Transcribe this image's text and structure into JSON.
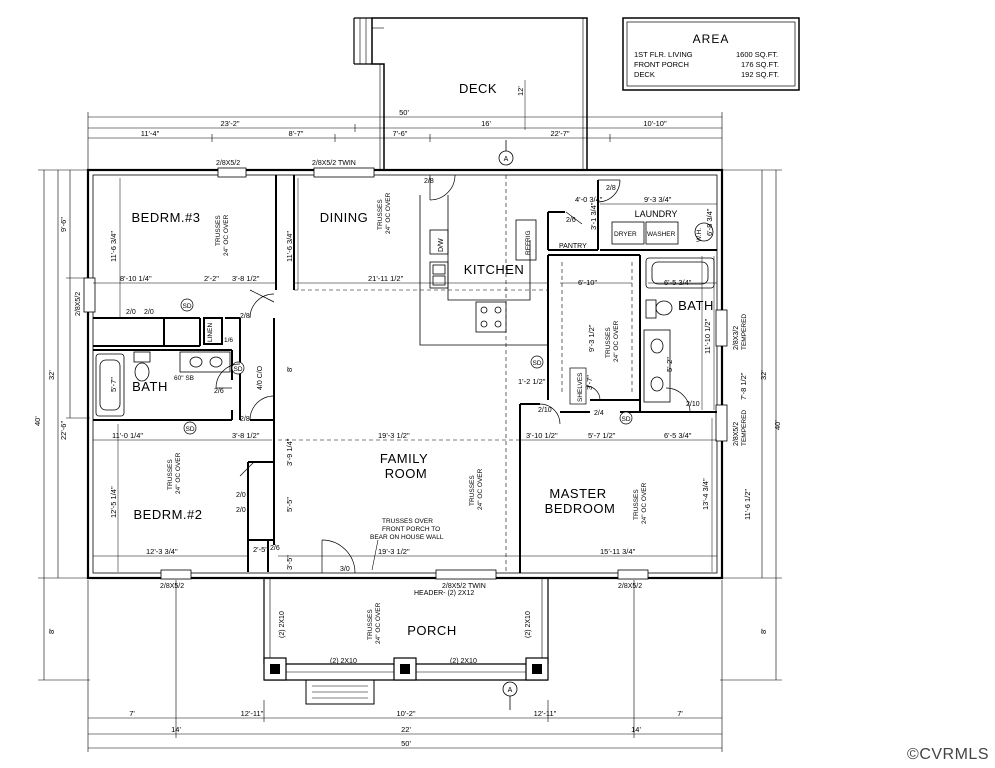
{
  "area_table": {
    "title": "AREA",
    "rows": [
      {
        "label": "1ST FLR. LIVING",
        "value": "1600 SQ.FT."
      },
      {
        "label": "FRONT PORCH",
        "value": "176 SQ.FT."
      },
      {
        "label": "DECK",
        "value": "192 SQ.FT."
      }
    ]
  },
  "rooms": {
    "deck": "DECK",
    "bedroom3": "BEDRM.#3",
    "dining": "DINING",
    "kitchen": "KITCHEN",
    "laundry": "LAUNDRY",
    "bath_right": "BATH",
    "bath_left": "BATH",
    "family_room_1": "FAMILY",
    "family_room_2": "ROOM",
    "master_1": "MASTER",
    "master_2": "BEDROOM",
    "bedroom2": "BEDRM.#2",
    "porch": "PORCH"
  },
  "fixtures": {
    "refrig": "REFRIG",
    "pantry": "PANTRY",
    "dryer": "DRYER",
    "washer": "WASHER",
    "dw": "D/W",
    "linen": "LINEN",
    "shelves": "SHELVES",
    "sd": "SD",
    "wh": "W.H.",
    "sb": "60\" SB"
  },
  "notes": {
    "trusses_1": "TRUSSES",
    "trusses_2": "24\" OC OVER",
    "porch_note_1": "TRUSSES OVER",
    "porch_note_2": "FRONT PORCH TO",
    "porch_note_3": "BEAR ON HOUSE WALL",
    "header": "HEADER- (2) 2X12",
    "tempered": "TEMPERED",
    "section": "A",
    "watermark": "©CVRMLS"
  },
  "windows": {
    "w1": "2/8X5/2",
    "w2": "2/8X5/2 TWIN",
    "w3": "2/8X5/2",
    "w4": "2/8X5/2",
    "w5": "2/8X5/2 TWIN",
    "w6": "2/8X5/2",
    "w7": "2/8X3/2",
    "w8": "2/8X5/2"
  },
  "doors": {
    "d_deck": "2/8",
    "d_laundry": "2/8",
    "d_pantry": "2/6",
    "d_b3a": "2/0",
    "d_b3b": "2/0",
    "d_b3c": "2/8",
    "d_linen": "1/6",
    "d_hall": "4/0 C/O",
    "d_bath": "2/6",
    "d_b2": "2/8",
    "d_b2a": "2/0",
    "d_b2b": "2/0",
    "d_coat": "2/6",
    "d_front": "3/0",
    "d_bath2": "2/4",
    "d_mb1": "2/10",
    "d_mb2": "2/10"
  },
  "dims": {
    "top_50": "50'",
    "top_23_2": "23'-2\"",
    "top_16": "16'",
    "top_11_4": "11'-4\"",
    "top_8_7": "8'-7\"",
    "top_7_6": "7'-6\"",
    "top_22_7": "22'-7\"",
    "top_10_10": "10'-10\"",
    "deck_12": "12'",
    "left_9_6": "9'-6\"",
    "left_32": "32'",
    "left_22_6": "22'-6\"",
    "left_40": "40'",
    "left_8": "8'",
    "right_32": "32'",
    "right_40": "40'",
    "right_8": "8'",
    "b3_w": "8'-10 1/4\"",
    "b3_h": "11'-6 3/4\"",
    "b3_2_2": "2'-2\"",
    "b3_3_8": "3'-8 1/2\"",
    "din_h": "11'-6 3/4\"",
    "din_w": "21'-11 1/2\"",
    "hall_8": "8'",
    "bath_5_7": "5'-7\"",
    "b2_w1": "11'-0 1/4\"",
    "b2_3_8": "3'-8 1/2\"",
    "b2_h": "12'-5 1/4\"",
    "b2_w2": "12'-3 3/4\"",
    "b2_3_9": "3'-9 1/4\"",
    "b2_5_5": "5'-5\"",
    "b2_2_5": "2'-5\"",
    "b2_3_5": "3'-5\"",
    "fr_w1": "19'-3 1/2\"",
    "fr_w2": "19'-3 1/2\"",
    "mb_3_10": "3'-10 1/2\"",
    "mb_5_7": "5'-7 1/2\"",
    "mb_6_5": "6'-5 3/4\"",
    "mb_w": "15'-11 3/4\"",
    "mb_h1": "13'-4 3/4\"",
    "mb_h2": "11'-6 1/2\"",
    "mb_1_2": "1'-2 1/2\"",
    "lau_4": "4'-0 3/4\"",
    "lau_9_3": "9'-3 3/4\"",
    "lau_3": "3'-1 3/4\"",
    "lau_h": "6'-8 3/4\"",
    "clo_6_10": "6'-10\"",
    "clo_9_3": "9'-3 1/2\"",
    "clo_3_7": "3'-7\"",
    "bath_6_5": "6'-5 3/4\"",
    "bath_11_10": "11'-10 1/2\"",
    "bath_7_8": "7'-8 1/2\"",
    "bath_5_2": "5'-2\"",
    "bot_7a": "7'",
    "bot_12_11a": "12'-11\"",
    "bot_10_2": "10'-2\"",
    "bot_12_11b": "12'-11\"",
    "bot_7b": "7'",
    "bot_14a": "14'",
    "bot_22": "22'",
    "bot_14b": "14'",
    "bot_50": "50'",
    "porch_2x10a": "(2) 2X10",
    "porch_2x10b": "(2) 2X10",
    "porch_2x10c": "(2) 2X10",
    "porch_2x10d": "(2) 2X10"
  }
}
